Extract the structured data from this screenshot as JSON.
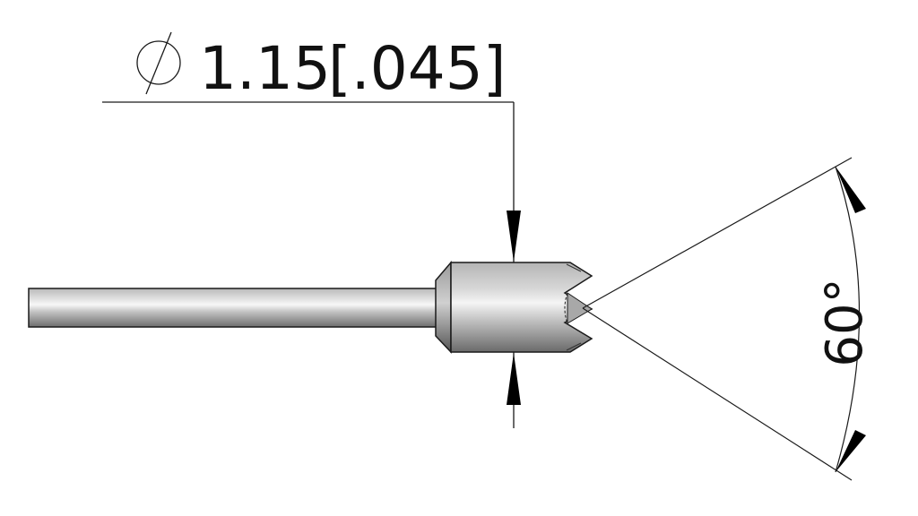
{
  "drawing": {
    "diameter_symbol": "diameter-symbol",
    "diameter_value": "1.15",
    "diameter_value_imperial": "[.045]",
    "angle_value": "60°",
    "colors": {
      "line": "#111111",
      "part_light": "#f2f2f2",
      "part_mid": "#bdbdbd",
      "part_dark": "#6a6a6a",
      "background": "#ffffff"
    }
  }
}
